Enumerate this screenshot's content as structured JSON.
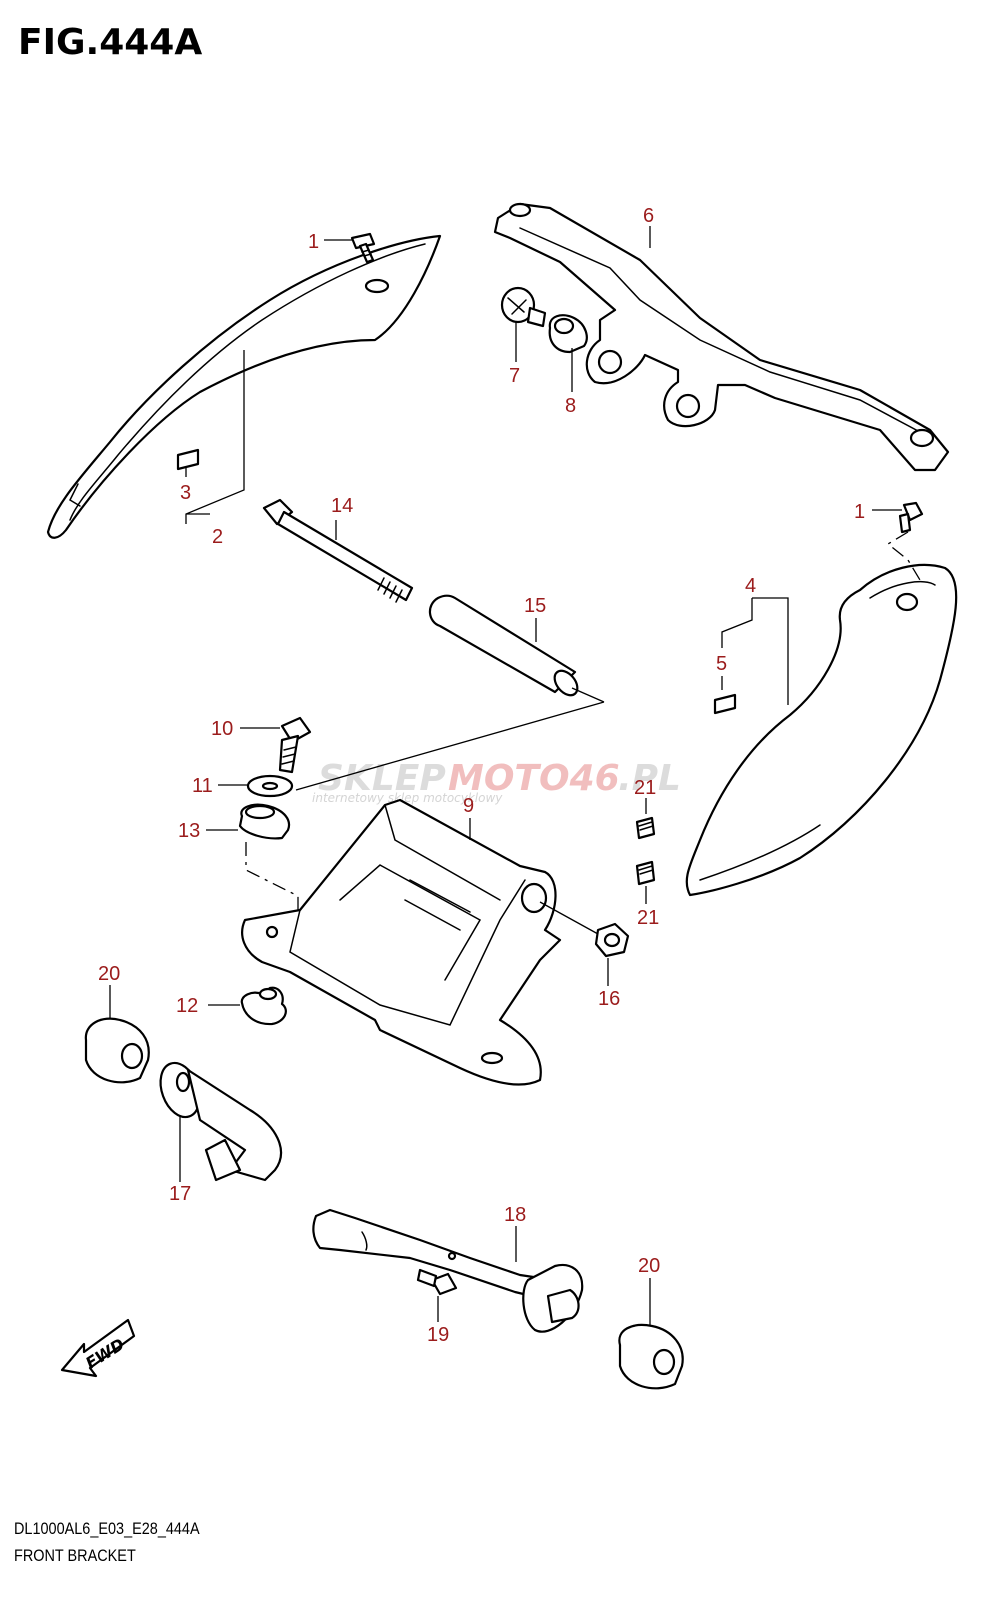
{
  "title": "FIG.444A",
  "footer": {
    "code": "DL1000AL6_E03_E28_444A",
    "name": "FRONT BRACKET"
  },
  "watermark": {
    "brand_left": "SKLEP",
    "brand_accent": "MOTO46",
    "brand_right": ".PL",
    "tagline": "internetowy sklep motocyklowy"
  },
  "fwd_label": "FWD",
  "colors": {
    "callout": "#9b1c1c",
    "line": "#000000"
  },
  "callouts": [
    {
      "id": "c1a",
      "label": "1"
    },
    {
      "id": "c1b",
      "label": "1"
    },
    {
      "id": "c2",
      "label": "2"
    },
    {
      "id": "c3",
      "label": "3"
    },
    {
      "id": "c4",
      "label": "4"
    },
    {
      "id": "c5",
      "label": "5"
    },
    {
      "id": "c6",
      "label": "6"
    },
    {
      "id": "c7",
      "label": "7"
    },
    {
      "id": "c8",
      "label": "8"
    },
    {
      "id": "c9",
      "label": "9"
    },
    {
      "id": "c10",
      "label": "10"
    },
    {
      "id": "c11",
      "label": "11"
    },
    {
      "id": "c12",
      "label": "12"
    },
    {
      "id": "c13",
      "label": "13"
    },
    {
      "id": "c14",
      "label": "14"
    },
    {
      "id": "c15",
      "label": "15"
    },
    {
      "id": "c16",
      "label": "16"
    },
    {
      "id": "c17",
      "label": "17"
    },
    {
      "id": "c18",
      "label": "18"
    },
    {
      "id": "c19",
      "label": "19"
    },
    {
      "id": "c20a",
      "label": "20"
    },
    {
      "id": "c20b",
      "label": "20"
    },
    {
      "id": "c21a",
      "label": "21"
    },
    {
      "id": "c21b",
      "label": "21"
    }
  ]
}
